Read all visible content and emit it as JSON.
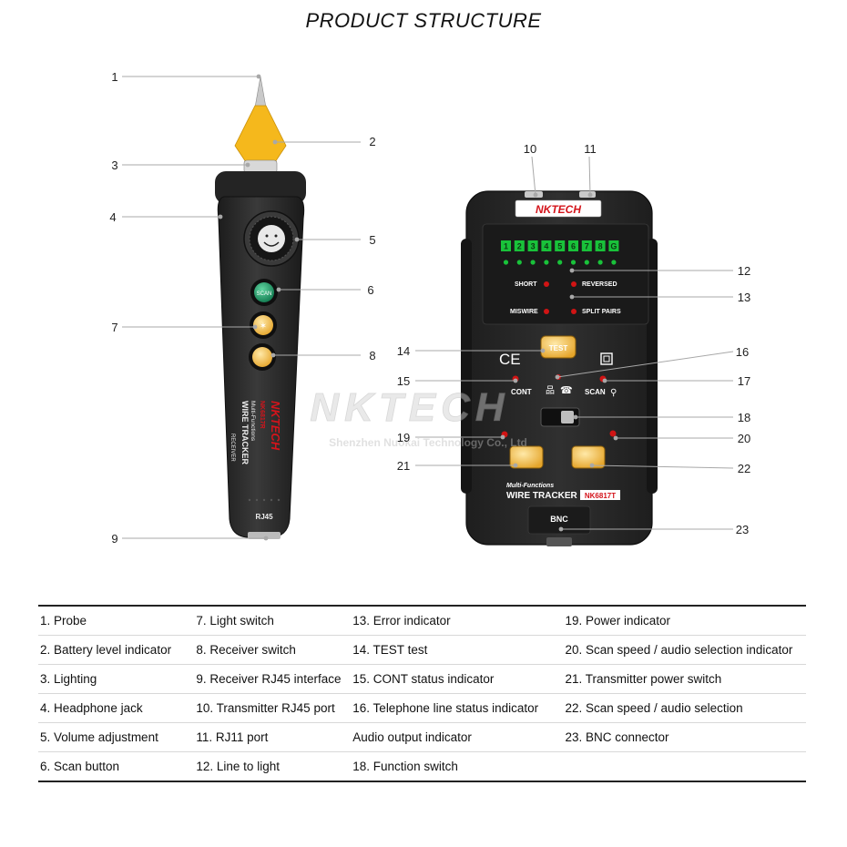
{
  "title": "PRODUCT STRUCTURE",
  "watermark": {
    "brand": "NKTECH",
    "company": "Shenzhen Nuokai Technology Co., Ltd"
  },
  "receiver": {
    "logo": "NKTECH",
    "model": "NK6817R",
    "line1": "Multi-Functions",
    "line2": "WIRE TRACKER",
    "line3": "RECEIVER",
    "port_label": "RJ45"
  },
  "transmitter": {
    "logo": "NKTECH",
    "ports": [
      "1",
      "2",
      "3",
      "4",
      "5",
      "6",
      "7",
      "8",
      "G"
    ],
    "short_label": "SHORT",
    "reversed_label": "REVERSED",
    "miswire_label": "MISWIRE",
    "split_label": "SPLIT PAIRS",
    "test_label": "TEST",
    "cont_label": "CONT",
    "scan_label": "SCAN",
    "ce_mark": "CE",
    "line1": "Multi-Functions",
    "line2": "WIRE TRACKER",
    "model": "NK6817T",
    "bnc_label": "BNC"
  },
  "callouts": [
    "1",
    "2",
    "3",
    "4",
    "5",
    "6",
    "7",
    "8",
    "9",
    "10",
    "11",
    "12",
    "13",
    "14",
    "15",
    "16",
    "17",
    "18",
    "19",
    "20",
    "21",
    "22",
    "23"
  ],
  "legend": [
    [
      "1. Probe",
      "7. Light switch",
      "13. Error indicator",
      "19. Power indicator"
    ],
    [
      "2. Battery level indicator",
      "8. Receiver switch",
      "14. TEST test",
      "20. Scan speed / audio selection indicator"
    ],
    [
      "3. Lighting",
      "9. Receiver RJ45 interface",
      "15. CONT status indicator",
      "21. Transmitter power switch"
    ],
    [
      "4. Headphone jack",
      "10. Transmitter RJ45 port",
      "16. Telephone line status indicator",
      "22. Scan speed / audio selection"
    ],
    [
      "5. Volume adjustment",
      "11. RJ11 port",
      "Audio output indicator",
      "23. BNC connector"
    ],
    [
      "6. Scan button",
      "12. Line to light",
      "18. Function switch",
      ""
    ]
  ],
  "colors": {
    "probe_yellow": "#f5b81c",
    "body_dark": "#2b2b2b",
    "scan_green": "#1e9e6a",
    "led_green": "#19c23a",
    "led_red": "#d01414",
    "brand_red": "#d4141b",
    "button_orange": "#f2b94a"
  }
}
